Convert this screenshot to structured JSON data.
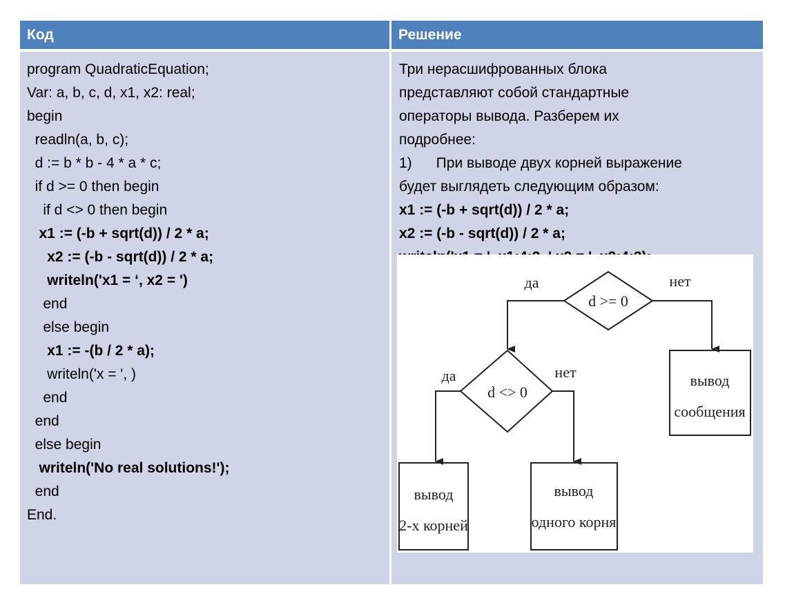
{
  "headers": {
    "code": "Код",
    "solution": "Решение"
  },
  "code_lines": [
    {
      "text": "program QuadraticEquation;",
      "bold": false
    },
    {
      "text": "Var: a, b, c, d, x1, x2: real;",
      "bold": false
    },
    {
      "text": "begin",
      "bold": false
    },
    {
      "text": "  readln(a, b, c);",
      "bold": false
    },
    {
      "text": "  d := b * b - 4 * a * c;",
      "bold": false
    },
    {
      "text": "  if d >= 0 then begin",
      "bold": false
    },
    {
      "text": "    if d <> 0 then begin",
      "bold": false
    },
    {
      "text": "   x1 := (-b + sqrt(d)) / 2 * a;",
      "bold": true
    },
    {
      "text": "     x2 := (-b - sqrt(d)) / 2 * a;",
      "bold": true
    },
    {
      "text": "     writeln('x1 = ‘, x2 = ')",
      "bold": true
    },
    {
      "text": "    end",
      "bold": false
    },
    {
      "text": "    else begin",
      "bold": false
    },
    {
      "text": "     x1 := -(b / 2 * a);",
      "bold": true
    },
    {
      "text": "     writeln('x = ', )",
      "bold": false
    },
    {
      "text": "    end",
      "bold": false
    },
    {
      "text": "  end",
      "bold": false
    },
    {
      "text": "  else begin",
      "bold": false
    },
    {
      "text": "   writeln('No real solutions!');",
      "bold": true
    },
    {
      "text": "  end",
      "bold": false
    },
    {
      "text": "End.",
      "bold": false
    }
  ],
  "solution_lines": [
    {
      "text": "Три нерасшифрованных блока",
      "bold": false
    },
    {
      "text": "представляют собой стандартные",
      "bold": false
    },
    {
      "text": "операторы вывода. Разберем их",
      "bold": false
    },
    {
      "text": "подробнее:",
      "bold": false
    },
    {
      "text": "1)      При выводе двух корней выражение",
      "bold": false
    },
    {
      "text": "будет выглядеть следующим образом:",
      "bold": false
    },
    {
      "text": "x1 := (-b + sqrt(d)) / 2 * a;",
      "bold": true
    },
    {
      "text": "x2 := (-b - sqrt(d)) / 2 * a;",
      "bold": true
    },
    {
      "text": "writeln('x1 = ', x1:4:2, ' x2 = ', x2:4:2);",
      "bold": true
    }
  ],
  "flowchart": {
    "cond1": "d >= 0",
    "cond1_yes": "да",
    "cond1_no": "нет",
    "cond2": "d <> 0",
    "cond2_yes": "да",
    "cond2_no": "нет",
    "box_message": [
      "вывод",
      "сообщения"
    ],
    "box_two_roots": [
      "вывод",
      "2-х корней"
    ],
    "box_one_root": [
      "вывод",
      "одного корня"
    ]
  }
}
